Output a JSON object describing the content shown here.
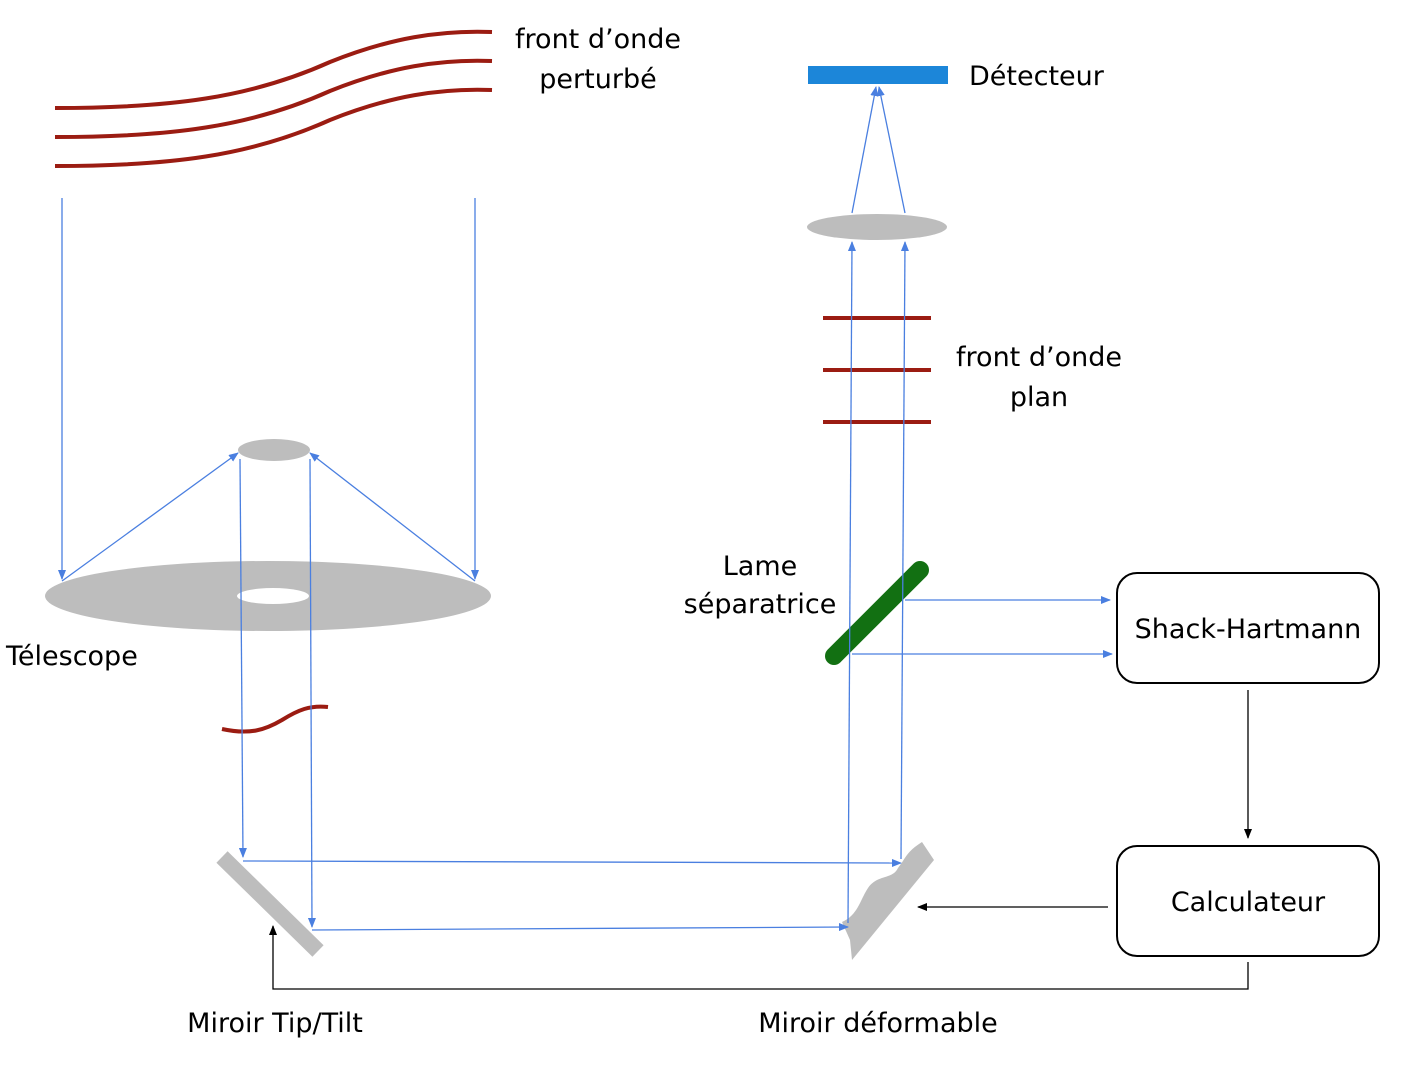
{
  "labels": {
    "perturbed_wavefront": [
      "front d’onde",
      "perturbé"
    ],
    "detector": "Détecteur",
    "plane_wavefront": [
      "front d’onde",
      "plan"
    ],
    "beamsplitter": [
      "Lame",
      "séparatrice"
    ],
    "telescope": "Télescope",
    "wavefront_sensor": "Shack-Hartmann",
    "computer": "Calculateur",
    "tiptilt_mirror": "Miroir Tip/Tilt",
    "deformable_mirror": "Miroir déformable"
  },
  "colors": {
    "beam": "#4a7fe0",
    "wavefront": "#9b1c12",
    "optic": "#bdbdbd",
    "detector": "#1c86d9",
    "beamsplitter": "#127012",
    "box_stroke": "#000000"
  }
}
